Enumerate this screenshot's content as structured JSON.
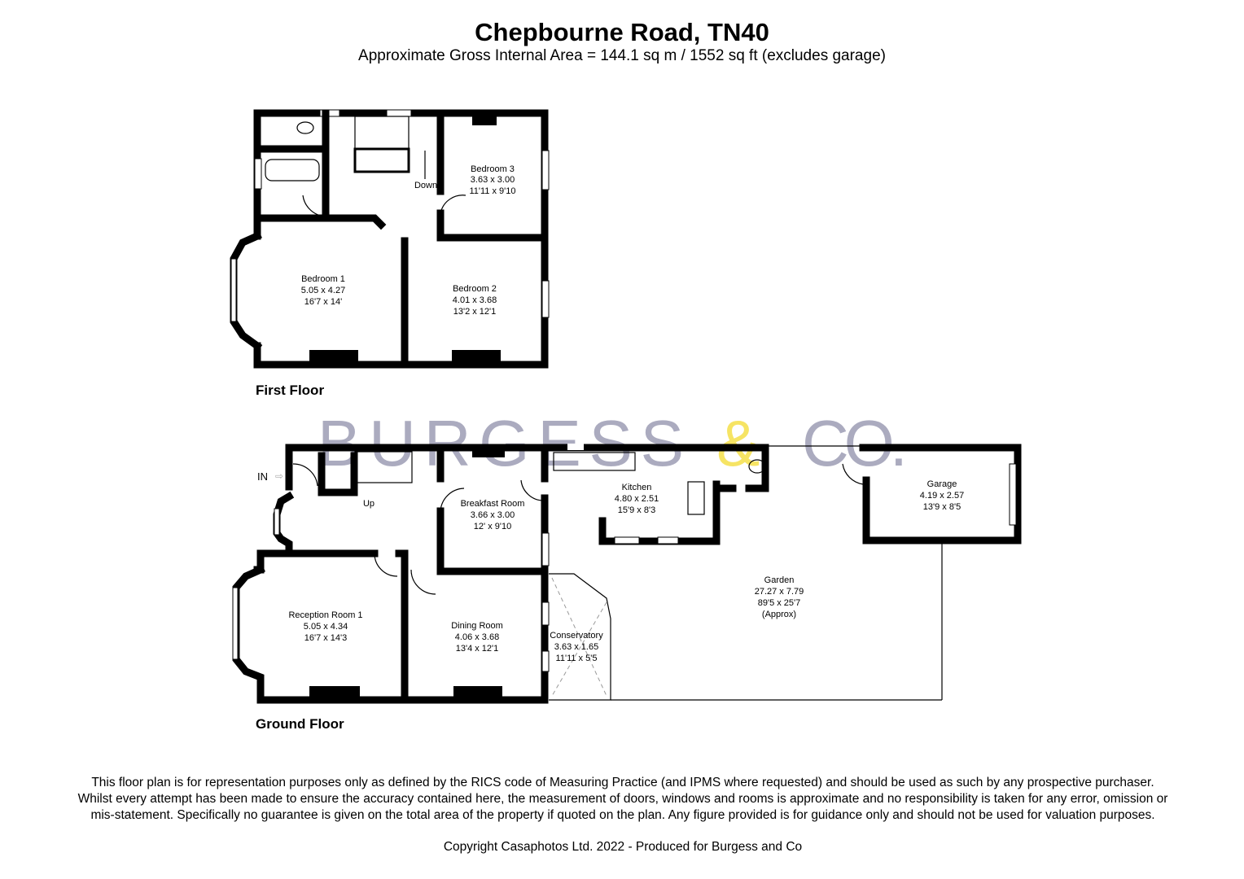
{
  "header": {
    "title": "Chepbourne Road, TN40",
    "subtitle": "Approximate Gross Internal Area = 144.1 sq m / 1552 sq ft (excludes garage)"
  },
  "watermark": {
    "text_left": "BURGESS",
    "ampersand": "&",
    "text_right": "CO.",
    "color": "#9d9db5",
    "accent": "#f5e04a"
  },
  "first_floor": {
    "label": "First Floor",
    "stairs_label": "Down",
    "rooms": [
      {
        "name": "Bedroom 3",
        "metric": "3.63 x 3.00",
        "imperial": "11'11 x 9'10"
      },
      {
        "name": "Bedroom 1",
        "metric": "5.05 x 4.27",
        "imperial": "16'7 x 14'"
      },
      {
        "name": "Bedroom 2",
        "metric": "4.01 x 3.68",
        "imperial": "13'2 x 12'1"
      }
    ]
  },
  "ground_floor": {
    "label": "Ground Floor",
    "entrance_label": "IN",
    "stairs_label": "Up",
    "rooms": [
      {
        "name": "Breakfast Room",
        "metric": "3.66 x 3.00",
        "imperial": "12' x 9'10"
      },
      {
        "name": "Kitchen",
        "metric": "4.80 x 2.51",
        "imperial": "15'9 x 8'3"
      },
      {
        "name": "Garage",
        "metric": "4.19 x 2.57",
        "imperial": "13'9 x 8'5"
      },
      {
        "name": "Garden",
        "metric": "27.27 x 7.79",
        "imperial": "89'5 x 25'7",
        "note": "(Approx)"
      },
      {
        "name": "Reception Room 1",
        "metric": "5.05 x 4.34",
        "imperial": "16'7 x 14'3"
      },
      {
        "name": "Dining Room",
        "metric": "4.06 x 3.68",
        "imperial": "13'4 x 12'1"
      },
      {
        "name": "Conservatory",
        "metric": "3.63 x 1.65",
        "imperial": "11'11 x 5'5"
      }
    ]
  },
  "footer": {
    "disclaimer": "This floor plan is for representation purposes only as defined by the RICS code of Measuring Practice (and IPMS where requested) and should be used as such by any prospective purchaser. Whilst every attempt has been made to ensure the accuracy contained here, the measurement of doors, windows and rooms is approximate and no responsibility is taken for any error, omission or mis-statement. Specifically no guarantee is given on the total area of the property if quoted on the plan. Any figure provided is for guidance only and should not be used for valuation purposes.",
    "copyright": "Copyright Casaphotos Ltd. 2022 - Produced for Burgess and Co"
  }
}
